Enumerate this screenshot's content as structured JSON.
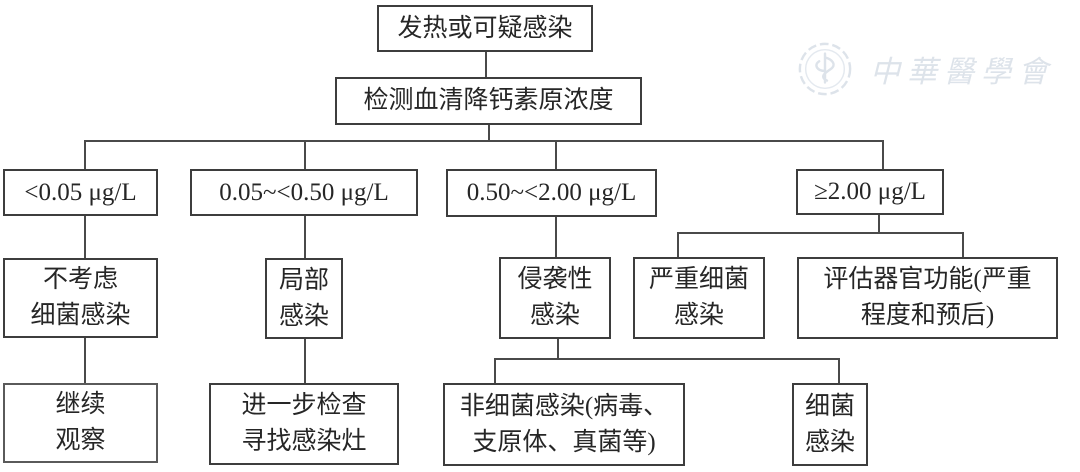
{
  "diagram": {
    "nodes": {
      "fever": {
        "label": "发热或可疑感染"
      },
      "pct_test": {
        "label": "检测血清降钙素原浓度"
      },
      "range_low": {
        "label": "<0.05 μg/L"
      },
      "range_mid_low": {
        "label": "0.05~<0.50 μg/L"
      },
      "range_mid_high": {
        "label": "0.50~<2.00 μg/L"
      },
      "range_high": {
        "label": "≥2.00 μg/L"
      },
      "no_bacterial": {
        "label": "不考虑\n细菌感染"
      },
      "local_infection": {
        "label": "局部\n感染"
      },
      "invasive_infection": {
        "label": "侵袭性\n感染"
      },
      "severe_bacterial": {
        "label": "严重细菌\n感染"
      },
      "assess_organ": {
        "label": "评估器官功能(严重\n程度和预后)"
      },
      "continue_observation": {
        "label": "继续\n观察"
      },
      "further_examination": {
        "label": "进一步检查\n寻找感染灶"
      },
      "non_bacterial": {
        "label": "非细菌感染(病毒、\n支原体、真菌等)"
      },
      "bacterial": {
        "label": "细菌\n感染"
      }
    },
    "watermark": {
      "text": "中華醫學會"
    },
    "colors": {
      "border": "#3d3d3d",
      "line": "#4a4a4a",
      "text": "#262626",
      "watermark": "#dde3ea",
      "background": "#ffffff"
    }
  }
}
